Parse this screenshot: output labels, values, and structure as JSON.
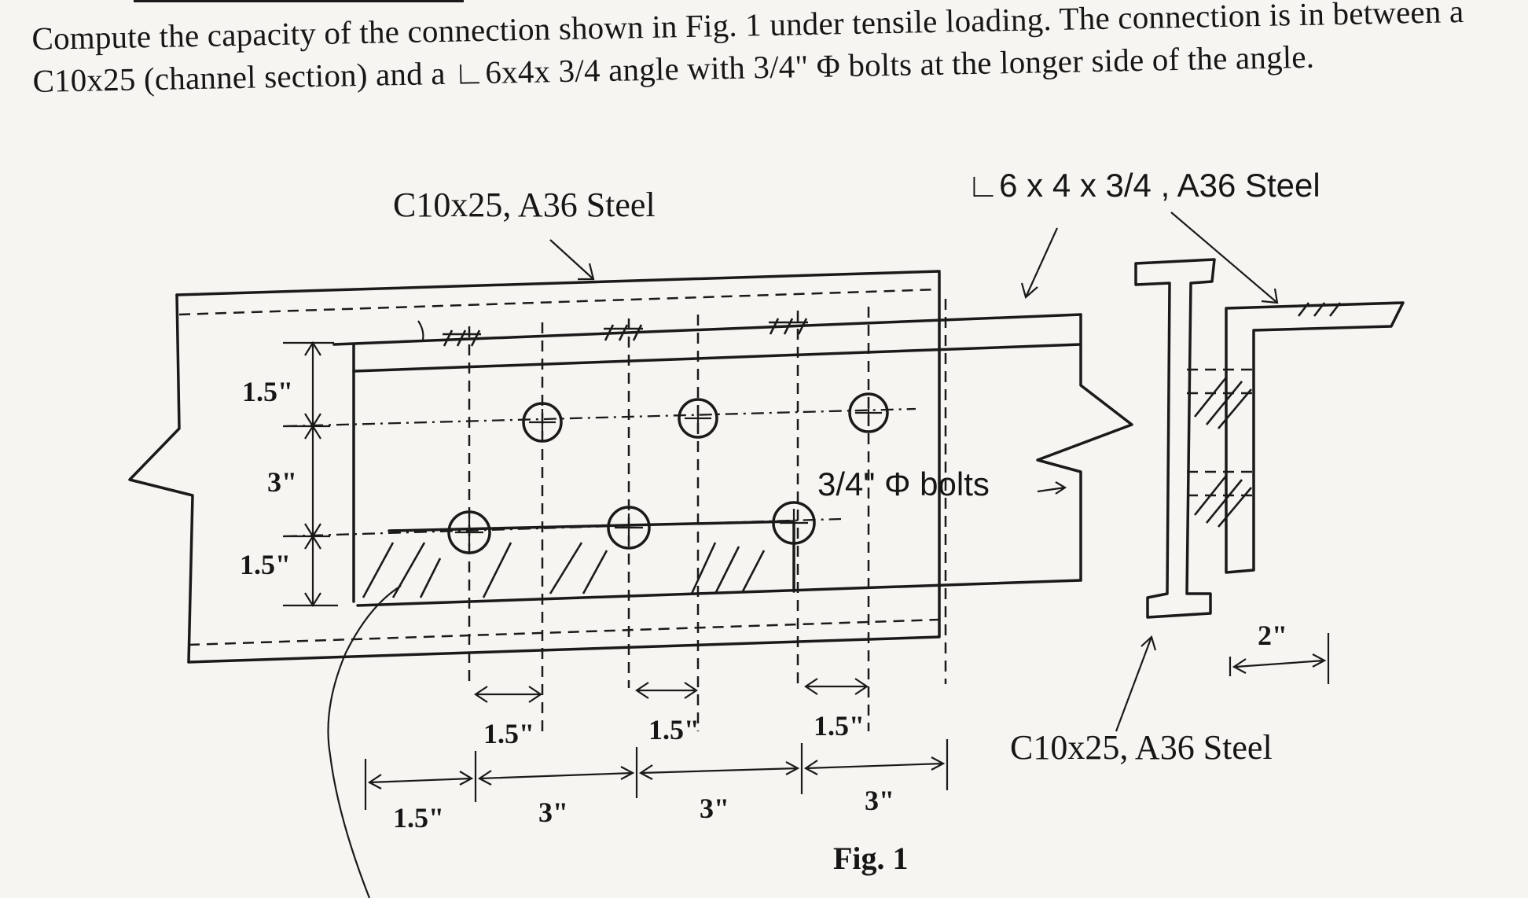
{
  "problem": {
    "text": "Compute the capacity of the connection shown in Fig. 1 under tensile loading. The connection is in between a C10x25 (channel section) and a ∟6x4x 3/4 angle with 3/4\" Φ bolts at the longer side of the angle."
  },
  "labels": {
    "channel_top": "C10x25,  A36 Steel",
    "angle_top": "∟6 x 4 x 3/4 ,  A36 Steel",
    "bolts": "3/4\" Φ bolts",
    "channel_bottom": "C10x25,  A36 Steel",
    "figure_caption": "Fig. 1"
  },
  "dimensions": {
    "left_top": "1.5\"",
    "left_mid": "3\"",
    "left_bot": "1.5\"",
    "stagger_1": "1.5\"",
    "stagger_2": "1.5\"",
    "stagger_3": "1.5\"",
    "bottom_1": "1.5\"",
    "bottom_2": "3\"",
    "bottom_3": "3\"",
    "bottom_4": "3\"",
    "flange": "2\""
  }
}
